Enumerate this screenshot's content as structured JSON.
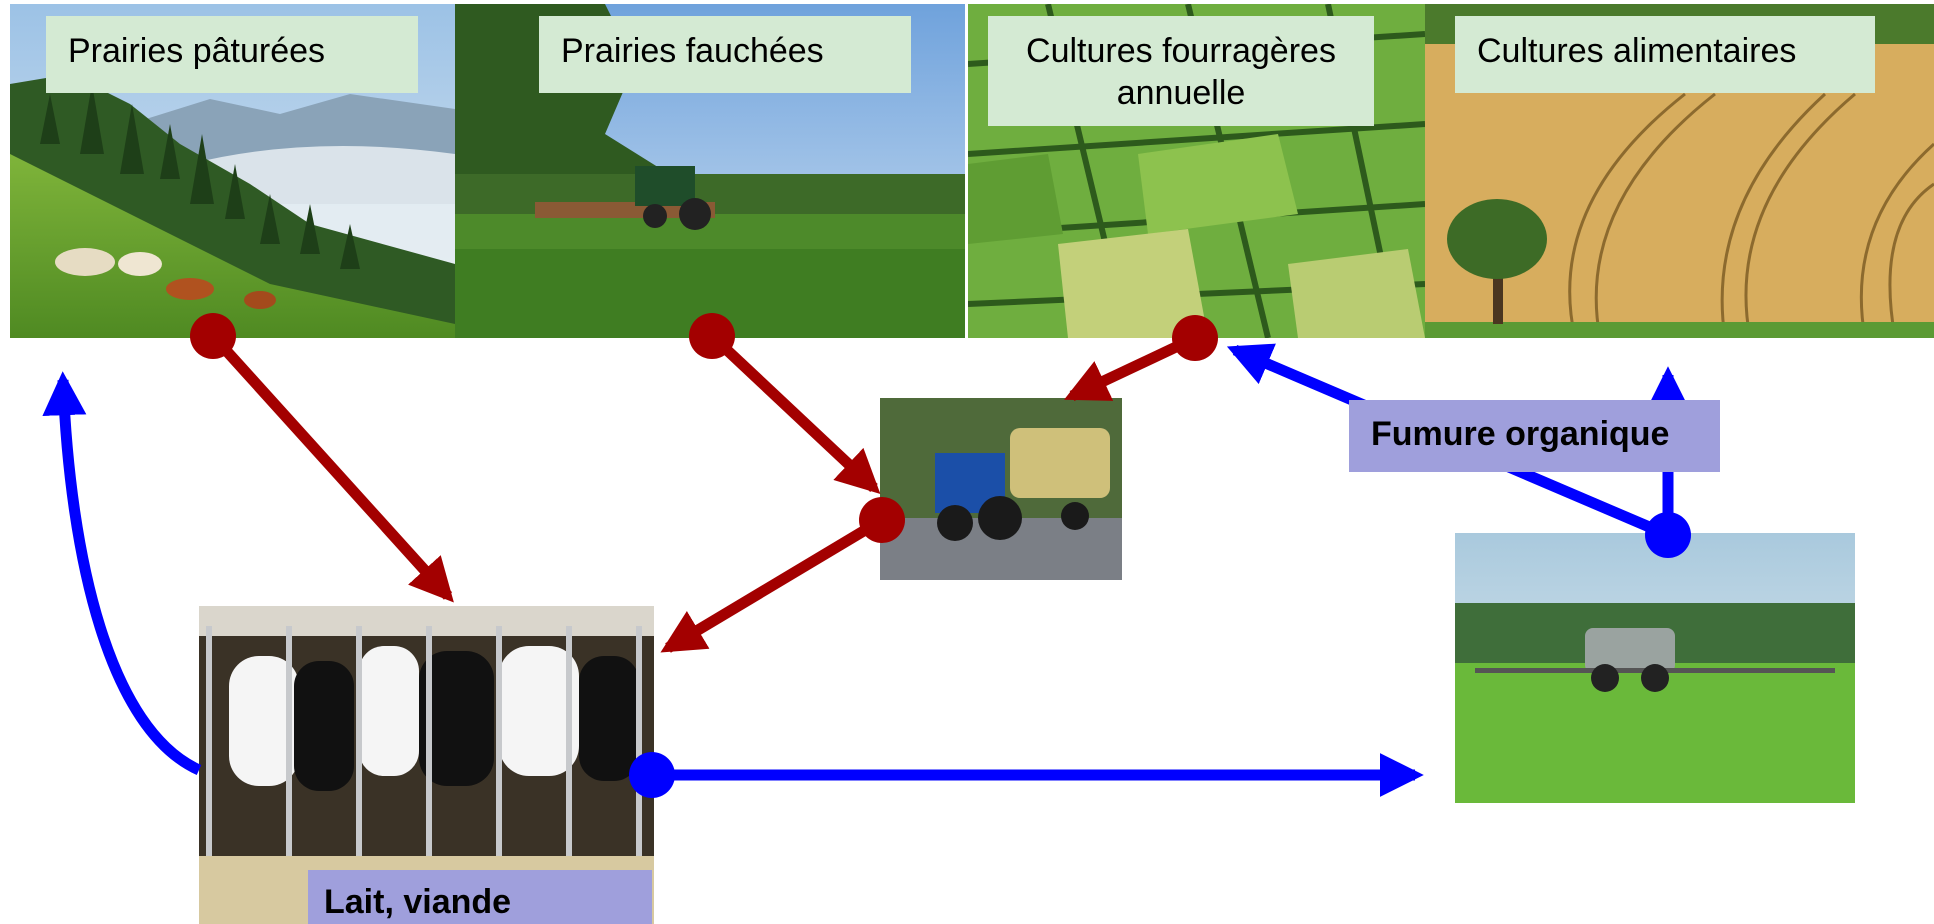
{
  "labels": {
    "grazed": "Prairies pâturées",
    "mown": "Prairies fauchées",
    "forage_line1": "Cultures fourragères",
    "forage_line2": "annuelle",
    "food": "Cultures alimentaires"
  },
  "tags": {
    "manure": "Fumure organique",
    "products": "Lait, viande"
  },
  "colors": {
    "feed_flow": "#a30000",
    "manure_flow": "#0000ff",
    "label_bg": "#d4ead3",
    "tag_bg": "#9f9fdc"
  }
}
